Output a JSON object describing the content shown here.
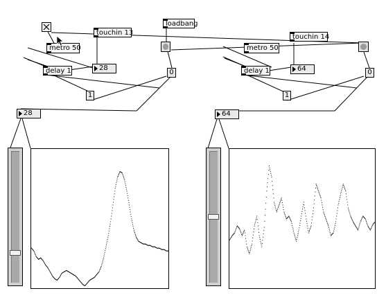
{
  "patch": {
    "toggle": {
      "icon": "x-icon"
    },
    "loadbang": {
      "label": "loadbang"
    },
    "left": {
      "touchin": "touchin 13",
      "metro": "metro 50",
      "delay": "delay 1",
      "number_top": "28",
      "msg_one": "1",
      "msg_zero": "0",
      "number_out": "28",
      "slider_value": 28,
      "slider_max": 127
    },
    "right": {
      "touchin": "touchin 14",
      "metro": "metro 50",
      "delay": "delay 1",
      "number_top": "64",
      "msg_one": "1",
      "msg_zero": "0",
      "number_out": "64",
      "slider_value": 64,
      "slider_max": 127
    }
  },
  "scopes": {
    "left": [
      0.71,
      0.73,
      0.77,
      0.79,
      0.78,
      0.8,
      0.83,
      0.85,
      0.88,
      0.91,
      0.93,
      0.94,
      0.92,
      0.89,
      0.88,
      0.87,
      0.88,
      0.89,
      0.9,
      0.91,
      0.93,
      0.95,
      0.97,
      0.98,
      0.96,
      0.94,
      0.93,
      0.92,
      0.9,
      0.88,
      0.84,
      0.78,
      0.7,
      0.62,
      0.52,
      0.4,
      0.28,
      0.2,
      0.16,
      0.17,
      0.22,
      0.3,
      0.4,
      0.5,
      0.58,
      0.63,
      0.66,
      0.67,
      0.68,
      0.68,
      0.69,
      0.69,
      0.7,
      0.7,
      0.71,
      0.71,
      0.72,
      0.72,
      0.73,
      0.73
    ],
    "right": [
      0.65,
      0.62,
      0.6,
      0.55,
      0.57,
      0.62,
      0.58,
      0.7,
      0.75,
      0.68,
      0.55,
      0.48,
      0.62,
      0.7,
      0.56,
      0.3,
      0.12,
      0.2,
      0.38,
      0.45,
      0.4,
      0.35,
      0.45,
      0.5,
      0.48,
      0.52,
      0.6,
      0.66,
      0.58,
      0.48,
      0.38,
      0.5,
      0.6,
      0.55,
      0.42,
      0.25,
      0.3,
      0.35,
      0.45,
      0.5,
      0.55,
      0.62,
      0.6,
      0.52,
      0.4,
      0.32,
      0.25,
      0.3,
      0.42,
      0.48,
      0.52,
      0.55,
      0.58,
      0.52,
      0.48,
      0.5,
      0.55,
      0.58,
      0.54,
      0.52
    ]
  }
}
